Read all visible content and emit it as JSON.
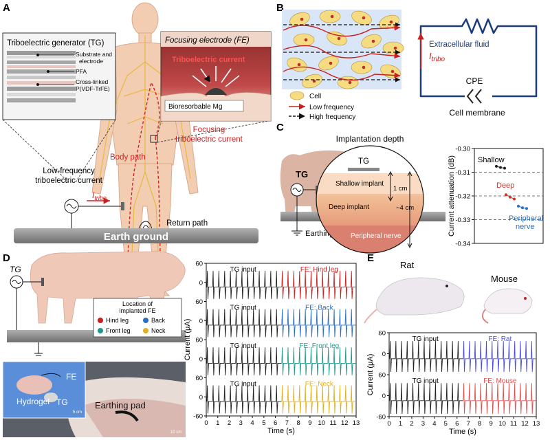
{
  "panel_A": {
    "letter": "A",
    "tg_title": "Triboelectric generator (TG)",
    "layers": [
      "Substrate and",
      "electrode",
      "PFA",
      "Cross-linked",
      "P(VDF-TrFE)"
    ],
    "fe_title": "Focusing electrode (FE)",
    "tribo_current": "Triboelectric current",
    "mg_label": "Bioresorbable Mg",
    "focusing_1": "Focusing",
    "focusing_2": "triboelectric current",
    "body_path": "Body path",
    "lowfreq_1": "Low-frequency",
    "lowfreq_2": "triboelectric current",
    "i_main": "I",
    "i_sub": "tribo",
    "return_path": "Return path",
    "earth_ground": "Earth ground"
  },
  "panel_B": {
    "letter": "B",
    "legend": [
      "Cell",
      "Low frequency",
      "High frequency"
    ],
    "extracellular": "Extracellular fluid",
    "i_main": "I",
    "i_sub": "tribo",
    "cpe": "CPE",
    "membrane": "Cell membrane",
    "colors": {
      "cell": "#f5dc82",
      "low": "#c8201e",
      "circuit": "#1c3c78",
      "bg": "#d9e6f7"
    }
  },
  "panel_C": {
    "letter": "C",
    "title": "Implantation depth",
    "tg": "TG",
    "shallow": "Shallow implant",
    "deep": "Deep implant",
    "periph": "Peripheral nerve",
    "one_cm": "1 cm",
    "four_cm": "~4 cm",
    "earthing": "Earthing pad",
    "chart_data": {
      "type": "scatter",
      "ylabel": "Current attenuation (dB)",
      "ylim": [
        -0.34,
        -0.3
      ],
      "yticks": [
        "-0.30",
        "-0.31",
        "-0.32",
        "-0.33",
        "-0.34"
      ],
      "ytick_values": [
        -0.3,
        -0.31,
        -0.32,
        -0.33,
        -0.34
      ],
      "reference_lines": [
        -0.31,
        -0.32,
        -0.33
      ],
      "series": [
        {
          "name": "Shallow",
          "color": "#222222",
          "values": [
            -0.3075,
            -0.308,
            -0.3083
          ]
        },
        {
          "name": "Deep",
          "color": "#d23228",
          "values": [
            -0.3195,
            -0.3205,
            -0.3213
          ]
        },
        {
          "name": "Peripheral nerve",
          "color": "#2a6fc0",
          "values": [
            -0.3243,
            -0.325,
            -0.3253
          ]
        }
      ],
      "labels": [
        "Shallow",
        "Deep",
        "Peripheral",
        "nerve"
      ]
    }
  },
  "panel_D": {
    "letter": "D",
    "tg": "TG",
    "legend_title_1": "Location of",
    "legend_title_2": "implanted FE",
    "legend": [
      {
        "label": "Hind leg",
        "color": "#c8201e"
      },
      {
        "label": "Back",
        "color": "#2a6fc0"
      },
      {
        "label": "Front leg",
        "color": "#1f9a8a"
      },
      {
        "label": "Neck",
        "color": "#e0b020"
      }
    ],
    "photo_labels": {
      "fe": "FE",
      "hydrogel": "Hydrogel",
      "tg": "TG",
      "scale1": "5 cm",
      "earthing": "Earthing pad",
      "scale2": "10 cm"
    },
    "chart_data": {
      "type": "line",
      "xlabel": "Time (s)",
      "ylabel": "Current (μA)",
      "xlim": [
        0,
        13
      ],
      "xticks": [
        "0",
        "1",
        "2",
        "3",
        "4",
        "5",
        "6",
        "7",
        "8",
        "9",
        "10",
        "11",
        "12",
        "13"
      ],
      "ylim": [
        -60,
        60
      ],
      "yticks": [
        "60",
        "0",
        "60",
        "0",
        "60",
        "0",
        "60",
        "0",
        "-60"
      ],
      "pulse_period_s": 0.5,
      "switch_time_s": 6.5,
      "traces": [
        {
          "left": "TG input",
          "right": "FE: Hind leg",
          "color": "#c8201e"
        },
        {
          "left": "TG input",
          "right": "FE: Back",
          "color": "#2a6fc0"
        },
        {
          "left": "TG input",
          "right": "FE: Front leg",
          "color": "#1f9a8a"
        },
        {
          "left": "TG input",
          "right": "FE: Neck",
          "color": "#e0b020"
        }
      ]
    }
  },
  "panel_E": {
    "letter": "E",
    "rat": "Rat",
    "mouse": "Mouse",
    "chart_data": {
      "type": "line",
      "xlabel": "Time (s)",
      "ylabel": "Current (μA)",
      "xlim": [
        0,
        13
      ],
      "xticks": [
        "0",
        "1",
        "2",
        "3",
        "4",
        "5",
        "6",
        "7",
        "8",
        "9",
        "10",
        "11",
        "12",
        "13"
      ],
      "ylim": [
        -60,
        60
      ],
      "yticks": [
        "60",
        "0",
        "60",
        "0",
        "-60"
      ],
      "pulse_period_s": 0.5,
      "switch_time_s": 6.5,
      "traces": [
        {
          "left": "TG input",
          "right": "FE: Rat",
          "color": "#4a4ae0"
        },
        {
          "left": "TG input",
          "right": "FE: Mouse",
          "color": "#e05050"
        }
      ]
    }
  }
}
